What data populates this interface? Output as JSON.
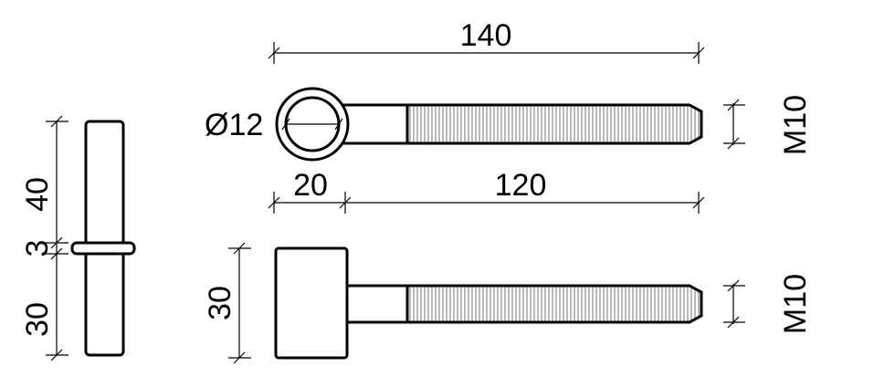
{
  "side_view": {
    "dim_top": "40",
    "dim_washer": "3",
    "dim_bottom": "30"
  },
  "eye_bolt": {
    "overall_length": "140",
    "eye_diameter": "Ø12",
    "eye_length": "20",
    "thread_length": "120",
    "thread_size": "M10"
  },
  "t_bolt": {
    "head_height": "30",
    "thread_size": "M10"
  }
}
